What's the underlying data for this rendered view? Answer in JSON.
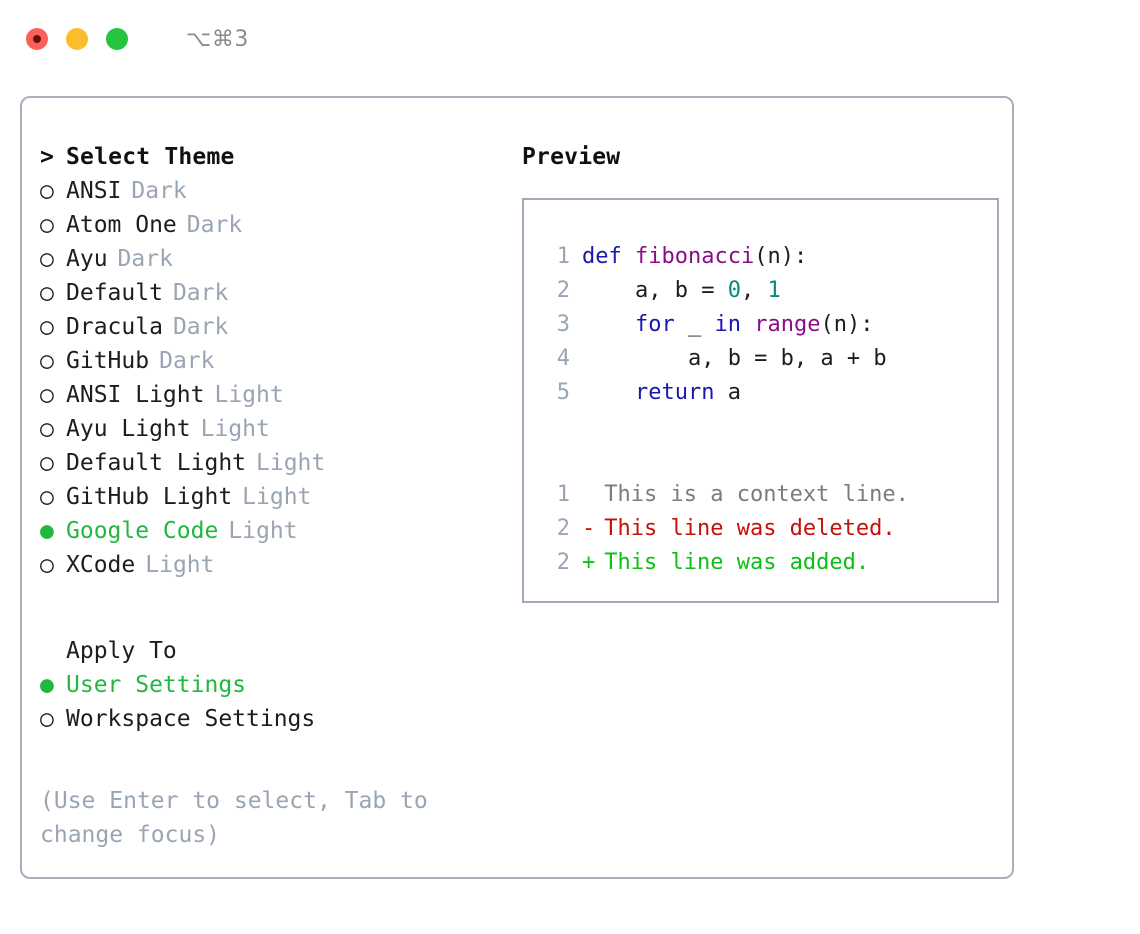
{
  "window": {
    "traffic_lights": [
      "close",
      "minimize",
      "maximize"
    ],
    "shortcut": "⌥⌘3"
  },
  "colors": {
    "accent_green": "#20b83f",
    "muted": "#9aa5b4",
    "border": "#a8b0bd",
    "keyword": "#1818b0",
    "function": "#8a0f86",
    "number": "#068a7c",
    "diff_add": "#0cc015",
    "diff_del": "#c6100a",
    "diff_ctx": "#7c7c7c"
  },
  "theme_picker": {
    "prompt_marker": ">",
    "title": "Select Theme",
    "bullet_selected": "●",
    "bullet_unselected": "○",
    "items": [
      {
        "name": "ANSI",
        "badge": "Dark",
        "selected": false
      },
      {
        "name": "Atom One",
        "badge": "Dark",
        "selected": false
      },
      {
        "name": "Ayu",
        "badge": "Dark",
        "selected": false
      },
      {
        "name": "Default",
        "badge": "Dark",
        "selected": false
      },
      {
        "name": "Dracula",
        "badge": "Dark",
        "selected": false
      },
      {
        "name": "GitHub",
        "badge": "Dark",
        "selected": false
      },
      {
        "name": "ANSI Light",
        "badge": "Light",
        "selected": false
      },
      {
        "name": "Ayu Light",
        "badge": "Light",
        "selected": false
      },
      {
        "name": "Default Light",
        "badge": "Light",
        "selected": false
      },
      {
        "name": "GitHub Light",
        "badge": "Light",
        "selected": false
      },
      {
        "name": "Google Code",
        "badge": "Light",
        "selected": true
      },
      {
        "name": "XCode",
        "badge": "Light",
        "selected": false
      }
    ]
  },
  "apply_to": {
    "title": "Apply To",
    "items": [
      {
        "name": "User Settings",
        "selected": true
      },
      {
        "name": "Workspace Settings",
        "selected": false
      }
    ]
  },
  "hint": "(Use Enter to select, Tab to change focus)",
  "preview": {
    "title": "Preview",
    "code_lines": [
      {
        "num": "1",
        "tokens": [
          {
            "t": "def ",
            "k": "kw"
          },
          {
            "t": "fibonacci",
            "k": "fn"
          },
          {
            "t": "(n):",
            "k": "plain"
          }
        ]
      },
      {
        "num": "2",
        "tokens": [
          {
            "t": "    a, b = ",
            "k": "plain"
          },
          {
            "t": "0",
            "k": "num"
          },
          {
            "t": ", ",
            "k": "plain"
          },
          {
            "t": "1",
            "k": "num"
          }
        ]
      },
      {
        "num": "3",
        "tokens": [
          {
            "t": "    ",
            "k": "plain"
          },
          {
            "t": "for",
            "k": "kw"
          },
          {
            "t": " _ ",
            "k": "plain"
          },
          {
            "t": "in",
            "k": "kw"
          },
          {
            "t": " ",
            "k": "plain"
          },
          {
            "t": "range",
            "k": "fn"
          },
          {
            "t": "(n):",
            "k": "plain"
          }
        ]
      },
      {
        "num": "4",
        "tokens": [
          {
            "t": "        a, b = b, a + b",
            "k": "plain"
          }
        ]
      },
      {
        "num": "5",
        "tokens": [
          {
            "t": "    ",
            "k": "plain"
          },
          {
            "t": "return",
            "k": "kw"
          },
          {
            "t": " a",
            "k": "plain"
          }
        ]
      }
    ],
    "diff_lines": [
      {
        "num": "1",
        "sign": " ",
        "text": "This is a context line.",
        "kind": "ctx"
      },
      {
        "num": "2",
        "sign": "-",
        "text": "This line was deleted.",
        "kind": "del"
      },
      {
        "num": "2",
        "sign": "+",
        "text": "This line was added.",
        "kind": "add"
      }
    ]
  }
}
